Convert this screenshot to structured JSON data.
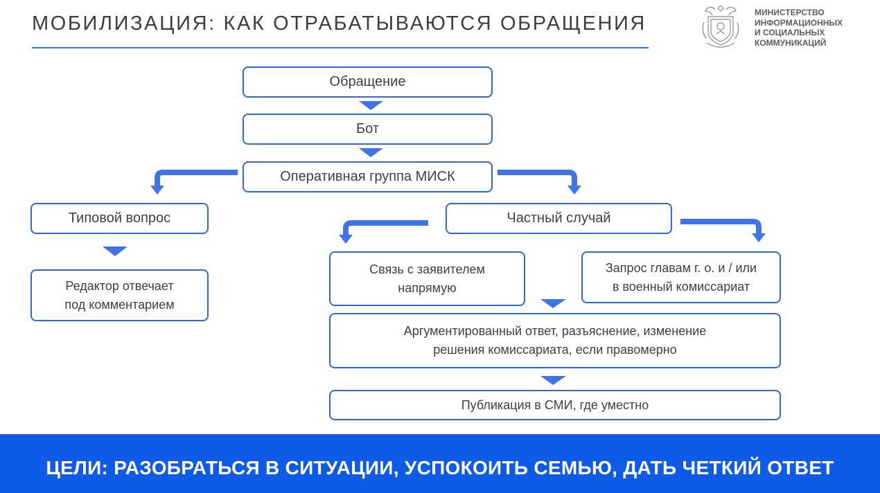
{
  "header": {
    "title": "МОБИЛИЗАЦИЯ: КАК ОТРАБАТЫВАЮТСЯ ОБРАЩЕНИЯ",
    "ministry_lines": [
      "МИНИСТЕРСТВО",
      "ИНФОРМАЦИОННЫХ",
      "И СОЦИАЛЬНЫХ",
      "КОММУНИКАЦИЙ"
    ],
    "emblem_icon": "coat-of-arms-icon"
  },
  "nodes": {
    "appeal": "Обращение",
    "bot": "Бот",
    "operative_group": "Оперативная группа МИСК",
    "typical_question": "Типовой вопрос",
    "editor_reply": [
      "Редактор отвечает",
      "под комментарием"
    ],
    "private_case": "Частный случай",
    "contact_applicant": [
      "Связь с заявителем",
      "напрямую"
    ],
    "request_heads": [
      "Запрос главам г. о. и / или",
      "в военный комиссариат"
    ],
    "reasoned_answer": [
      "Аргументированный ответ, разъяснение, изменение",
      "решения комиссариата, если правомерно"
    ],
    "publication": "Публикация в СМИ, где уместно"
  },
  "edges": [
    [
      "appeal",
      "bot"
    ],
    [
      "bot",
      "operative_group"
    ],
    [
      "operative_group",
      "typical_question"
    ],
    [
      "operative_group",
      "private_case"
    ],
    [
      "typical_question",
      "editor_reply"
    ],
    [
      "private_case",
      "contact_applicant"
    ],
    [
      "private_case",
      "request_heads"
    ],
    [
      "contact_applicant",
      "reasoned_answer"
    ],
    [
      "request_heads",
      "reasoned_answer"
    ],
    [
      "reasoned_answer",
      "publication"
    ]
  ],
  "banner": {
    "text": "ЦЕЛИ: РАЗОБРАТЬСЯ В СИТУАЦИИ, УСПОКОИТЬ СЕМЬЮ, ДАТЬ ЧЕТКИЙ ОТВЕТ"
  },
  "colors": {
    "accent": "#2f66dc",
    "arrow": "#3f74e6",
    "banner": "#0e5be8"
  }
}
